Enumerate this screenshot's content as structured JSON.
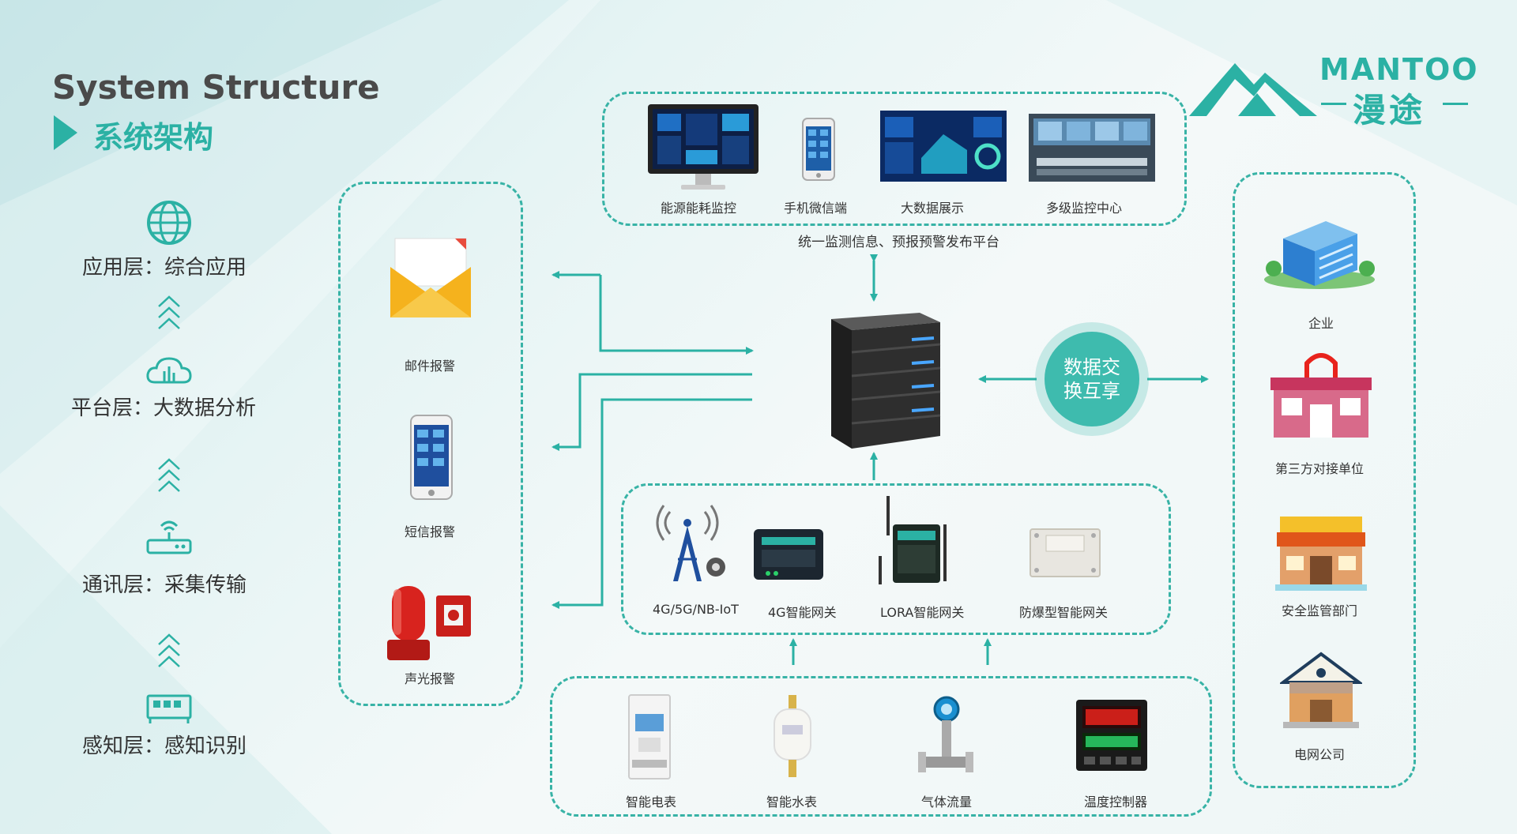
{
  "header": {
    "title_en": "System Structure",
    "title_cn": "系统架构"
  },
  "logo": {
    "brand_en": "MANTOO",
    "brand_cn": "漫途"
  },
  "layers": [
    {
      "label": "应用层：综合应用",
      "icon": "globe-icon"
    },
    {
      "label": "平台层：大数据分析",
      "icon": "cloud-icon"
    },
    {
      "label": "通讯层：采集传输",
      "icon": "router-icon"
    },
    {
      "label": "感知层：感知识别",
      "icon": "chip-icon"
    }
  ],
  "top_platform": {
    "items": [
      "能源能耗监控",
      "手机微信端",
      "大数据展示",
      "多级监控中心"
    ],
    "caption": "统一监测信息、预报预警发布平台"
  },
  "alarms": {
    "items": [
      "邮件报警",
      "短信报警",
      "声光报警"
    ]
  },
  "center": {
    "exchange_label": "数据交换互享"
  },
  "gateways": {
    "items": [
      "4G/5G/NB-IoT",
      "4G智能网关",
      "LORA智能网关",
      "防爆型智能网关"
    ]
  },
  "sensors": {
    "items": [
      "智能电表",
      "智能水表",
      "气体流量",
      "温度控制器"
    ]
  },
  "right_units": {
    "items": [
      "企业",
      "第三方对接单位",
      "安全监管部门",
      "电网公司"
    ]
  },
  "colors": {
    "accent": "#2bb1a4",
    "dash": "#38b3a6"
  }
}
